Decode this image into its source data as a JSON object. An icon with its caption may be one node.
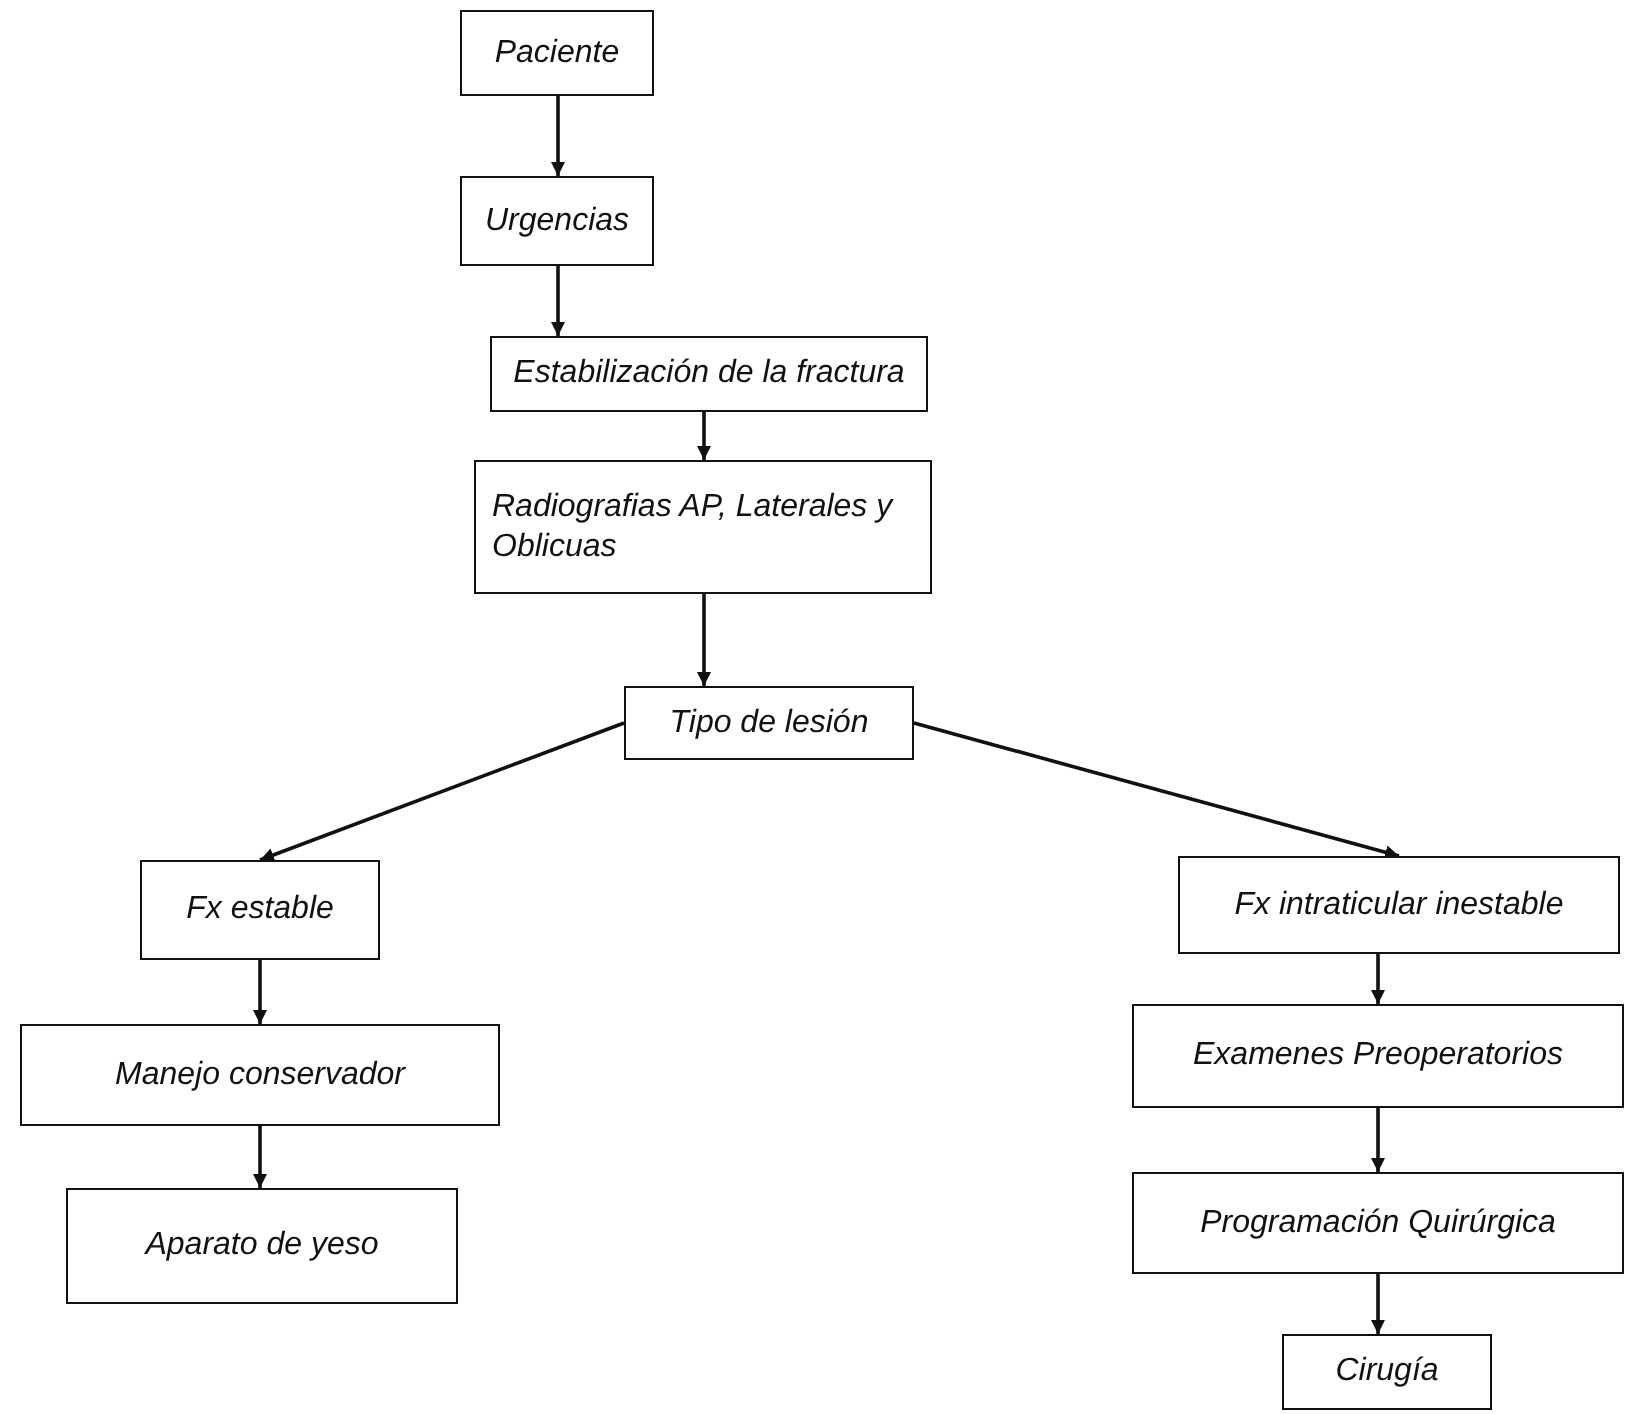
{
  "diagram": {
    "nodes": [
      {
        "text": [
          "Paciente"
        ]
      },
      {
        "text": [
          "Urgencias"
        ]
      },
      {
        "text": [
          "Estabilización de la fractura"
        ]
      },
      {
        "text": [
          "Radiografias AP, Laterales y Oblicuas"
        ]
      },
      {
        "text": [
          "Tipo de lesión"
        ]
      },
      {
        "text": [
          "Fx estable"
        ]
      },
      {
        "text": [
          "Manejo conservador"
        ]
      },
      {
        "text": [
          "Aparato de yeso"
        ]
      },
      {
        "text": [
          "Fx intraticular inestable"
        ]
      },
      {
        "text": [
          "Examenes Preoperatorios"
        ]
      },
      {
        "text": [
          "Programación Quirúrgica"
        ]
      },
      {
        "text": [
          "Cirugía"
        ]
      }
    ],
    "edges": [
      {
        "from": 0,
        "to": 1,
        "arrow": "to"
      },
      {
        "from": 1,
        "to": 2,
        "arrow": "to"
      },
      {
        "from": 2,
        "to": 3,
        "arrow": "to"
      },
      {
        "from": 3,
        "to": 4,
        "arrow": "to"
      },
      {
        "from": 4,
        "to": 5,
        "arrow": "to"
      },
      {
        "from": 4,
        "to": 8,
        "arrow": "to"
      },
      {
        "from": 5,
        "to": 6,
        "arrow": "to"
      },
      {
        "from": 6,
        "to": 7,
        "arrow": "to"
      },
      {
        "from": 8,
        "to": 9,
        "arrow": "to"
      },
      {
        "from": 9,
        "to": 10,
        "arrow": "to"
      },
      {
        "from": 10,
        "to": 11,
        "arrow": "to"
      }
    ]
  }
}
